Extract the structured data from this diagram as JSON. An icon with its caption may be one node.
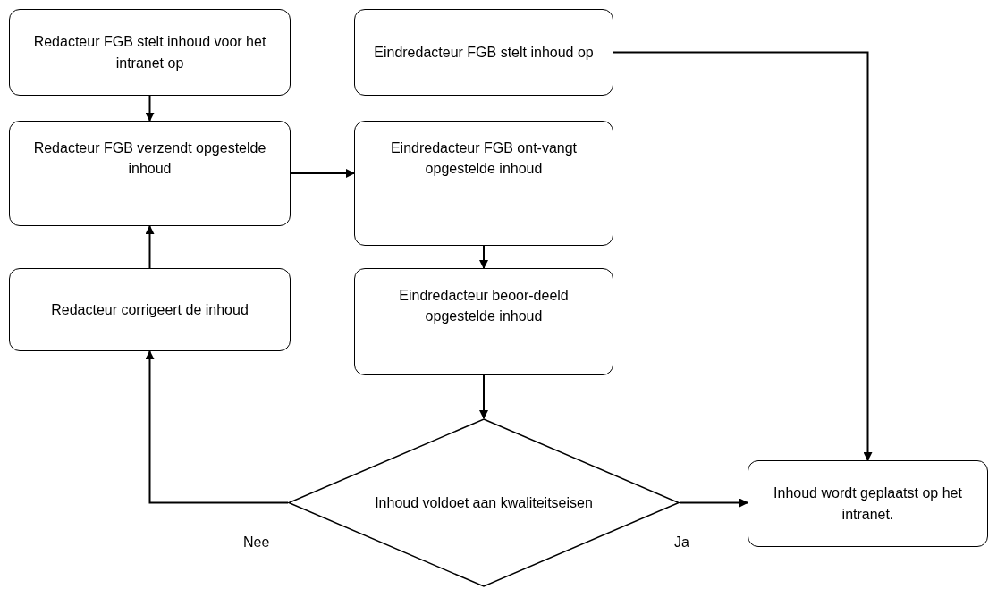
{
  "diagram": {
    "nodes": [
      {
        "text": [
          "Redacteur FGB stelt inhoud voor het intranet op"
        ]
      },
      {
        "text": [
          "Eindredacteur FGB stelt inhoud op"
        ]
      },
      {
        "text": [
          "Redacteur FGB verzendt opgestelde inhoud"
        ]
      },
      {
        "text": [
          "Eindredacteur FGB ont-vangt opgestelde inhoud"
        ]
      },
      {
        "text": [
          "Redacteur corrigeert de inhoud"
        ]
      },
      {
        "text": [
          "Eindredacteur beoor-deeld opgestelde inhoud"
        ]
      },
      {
        "text": [
          "Inhoud voldoet aan kwaliteitseisen"
        ]
      },
      {
        "text": [
          "Inhoud wordt geplaatst op het intranet."
        ]
      }
    ],
    "edges": [
      {
        "from": 0,
        "to": 2,
        "arrow": "to"
      },
      {
        "from": 2,
        "to": 3,
        "arrow": "to"
      },
      {
        "from": 3,
        "to": 5,
        "arrow": "to"
      },
      {
        "from": 5,
        "to": 6,
        "arrow": "to"
      },
      {
        "from": 6,
        "to": 4,
        "arrow": "to",
        "label": "Nee"
      },
      {
        "from": 6,
        "to": 7,
        "arrow": "to",
        "label": "Ja"
      },
      {
        "from": 1,
        "to": 7,
        "arrow": "to"
      },
      {
        "from": 4,
        "to": 2,
        "arrow": "to"
      }
    ]
  }
}
